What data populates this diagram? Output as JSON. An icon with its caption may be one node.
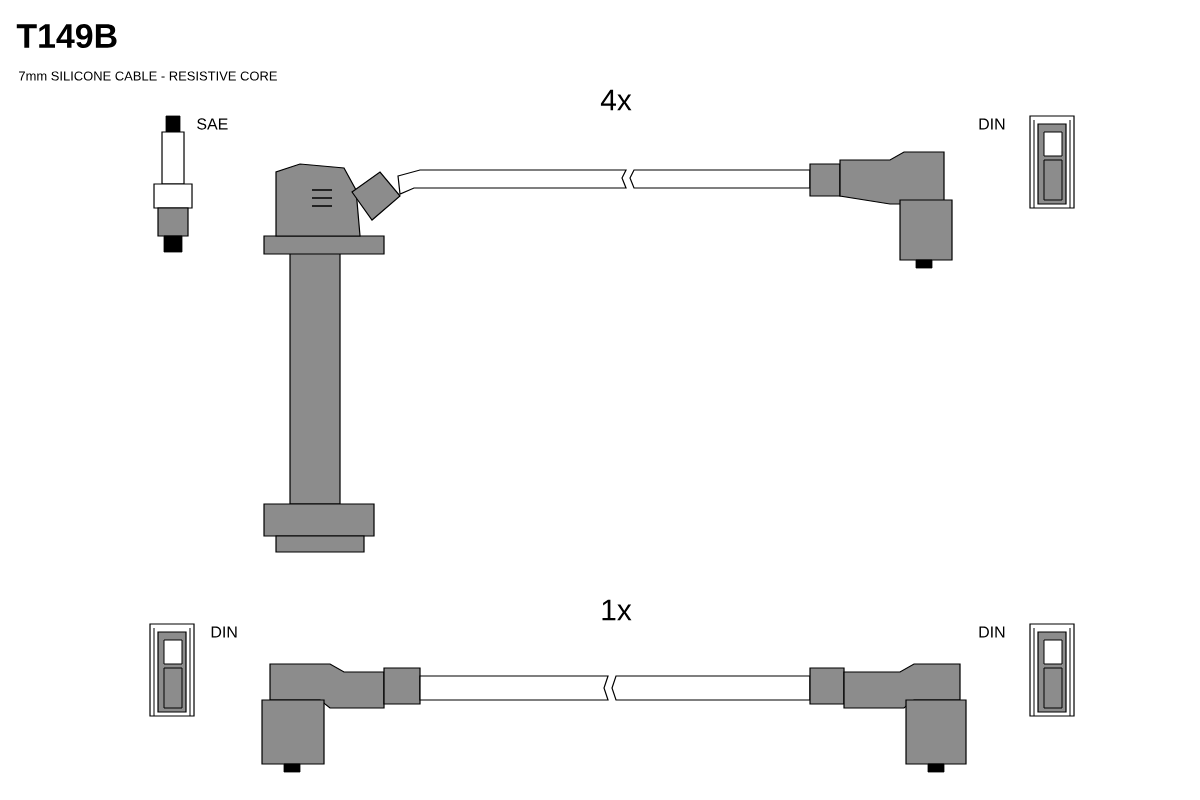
{
  "diagram": {
    "title": "T149B",
    "labels": [
      "7mm SILICONE CABLE - RESISTIVE CORE",
      "4x",
      "SAE",
      "DIN",
      "1x",
      "DIN",
      "DIN"
    ]
  }
}
